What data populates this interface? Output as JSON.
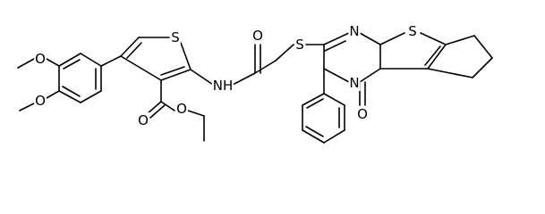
{
  "atoms": {
    "s_thiophene_left": "S",
    "s_thioether": "S",
    "s_thiophene_right": "S",
    "n_amide": "NH",
    "n_pyrimidine_top": "N",
    "n_pyrimidine_phenyl": "N",
    "o_amide": "O",
    "o_pyrimidinone": "O",
    "o_ester_carbonyl": "O",
    "o_ester_ether": "O",
    "o_methoxy_upper": "O",
    "o_methoxy_lower": "O"
  }
}
